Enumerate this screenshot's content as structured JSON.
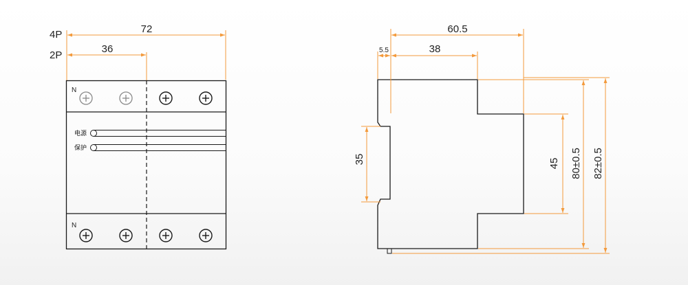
{
  "front_view": {
    "pole_label_4p": "4P",
    "pole_label_2p": "2P",
    "width_4p": "72",
    "width_2p": "36",
    "neutral_top": "N",
    "neutral_bottom": "N",
    "power_label": "电源",
    "protect_label": "保护"
  },
  "side_view": {
    "depth_total": "60.5",
    "offset_left": "5.5",
    "depth_front": "38",
    "rail_height": "35",
    "front_height": "45",
    "height_a": "80±0.5",
    "height_b": "82±0.5"
  },
  "colors": {
    "dimension_line": "#f39a3c",
    "outline": "#1a1a1a",
    "gray_terminal": "#8a8a8a"
  }
}
